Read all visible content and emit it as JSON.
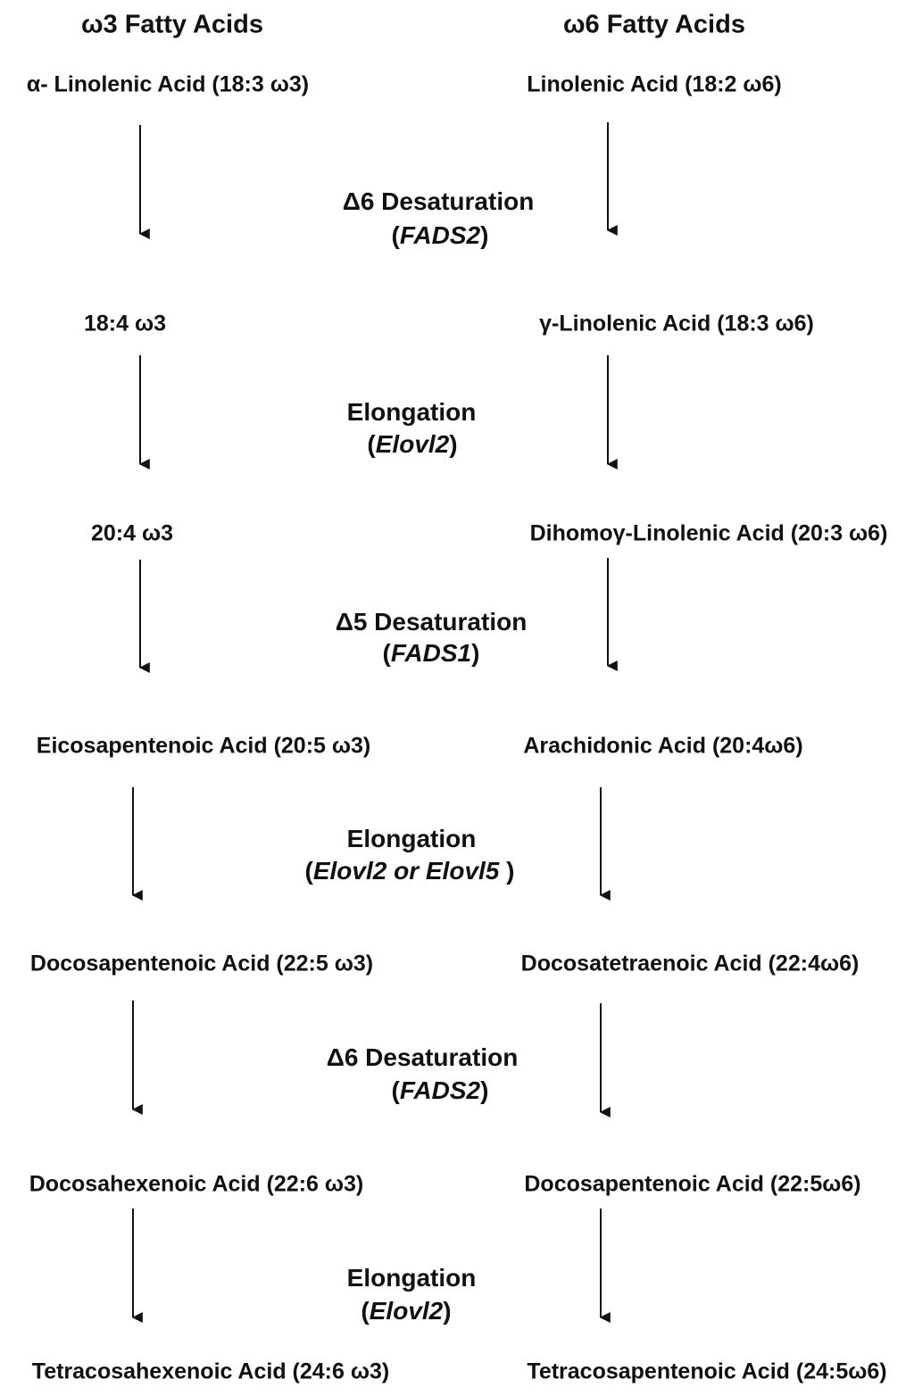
{
  "headers": {
    "omega3": "ω3 Fatty Acids",
    "omega6": "ω6 Fatty Acids"
  },
  "omega3": {
    "row1": "α- Linolenic Acid (18:3 ω3)",
    "row2": "18:4 ω3",
    "row3": "20:4 ω3",
    "row4": "Eicosapentenoic Acid (20:5 ω3)",
    "row5": "Docosapentenoic Acid (22:5 ω3)",
    "row6": "Docosahexenoic Acid (22:6 ω3)",
    "row7": "Tetracosahexenoic Acid (24:6 ω3)"
  },
  "omega6": {
    "row1": "Linolenic Acid (18:2 ω6)",
    "row2": "γ-Linolenic Acid (18:3 ω6)",
    "row3": "Dihomoγ-Linolenic Acid (20:3 ω6)",
    "row4": "Arachidonic Acid (20:4ω6)",
    "row5": "Docosatetraenoic Acid (22:4ω6)",
    "row6": "Docosapentenoic Acid (22:5ω6)",
    "row7": "Tetracosapentenoic Acid (24:5ω6)"
  },
  "steps": {
    "step1": {
      "name": "Δ6 Desaturation",
      "gene": "FADS2"
    },
    "step2": {
      "name": "Elongation",
      "gene": "Elovl2"
    },
    "step3": {
      "name": "Δ5 Desaturation",
      "gene": "FADS1"
    },
    "step4": {
      "name": "Elongation",
      "gene": "Elovl2 or Elovl5"
    },
    "step5": {
      "name": "Δ6 Desaturation",
      "gene": "FADS2"
    },
    "step6": {
      "name": "Elongation",
      "gene": "Elovl2"
    }
  },
  "gene_paren_open": "(",
  "gene_paren_close": ")"
}
